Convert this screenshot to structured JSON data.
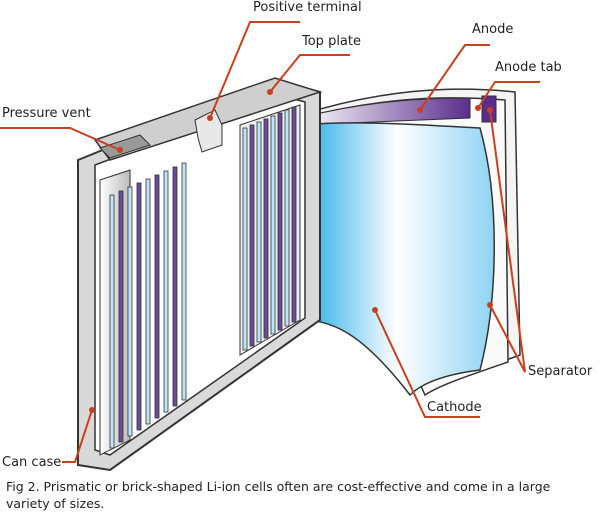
{
  "labels": {
    "positive_terminal": "Positive terminal",
    "top_plate": "Top plate",
    "pressure_vent": "Pressure vent",
    "anode": "Anode",
    "anode_tab": "Anode tab",
    "separator": "Separator",
    "cathode": "Cathode",
    "can_case": "Can case"
  },
  "caption": "Fig 2. Prismatic or brick-shaped Li-ion cells often are cost-effective and come in a large variety of sizes.",
  "colors": {
    "leader": "#c8401e",
    "cathode": "#3fb8ea",
    "anode": "#5a2d8c",
    "case": "#d9d9d9"
  }
}
